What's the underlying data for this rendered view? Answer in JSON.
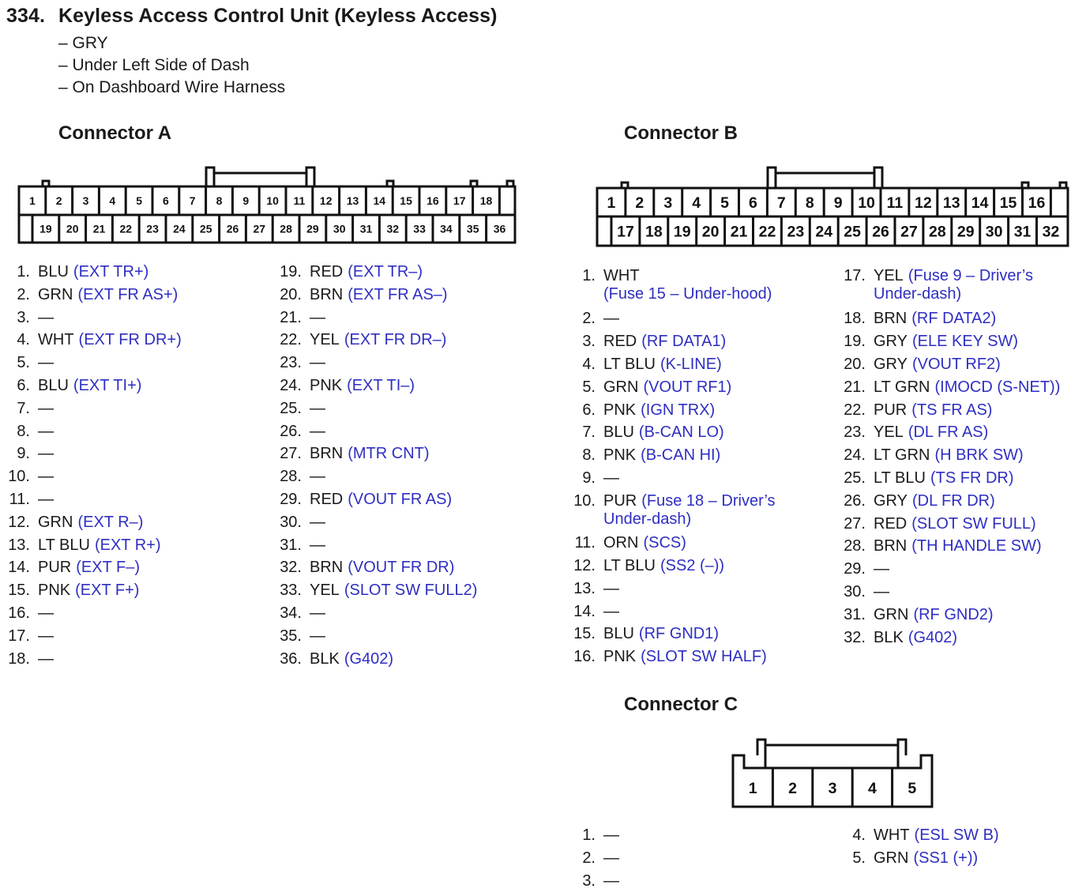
{
  "header": {
    "number": "334.",
    "title": "Keyless Access Control Unit (Keyless Access)",
    "details": [
      "– GRY",
      "– Under Left Side of Dash",
      "– On Dashboard Wire Harness"
    ]
  },
  "connector_a": {
    "title": "Connector A",
    "diagram_top_row": [
      "1",
      "2",
      "3",
      "4",
      "5",
      "6",
      "7",
      "8",
      "9",
      "10",
      "11",
      "12",
      "13",
      "14",
      "15",
      "16",
      "17",
      "18"
    ],
    "diagram_bottom_row": [
      "19",
      "20",
      "21",
      "22",
      "23",
      "24",
      "25",
      "26",
      "27",
      "28",
      "29",
      "30",
      "31",
      "32",
      "33",
      "34",
      "35",
      "36"
    ],
    "pins": [
      {
        "n": "1.",
        "wire": "BLU",
        "func": "(EXT TR+)"
      },
      {
        "n": "2.",
        "wire": "GRN",
        "func": "(EXT FR AS+)"
      },
      {
        "n": "3.",
        "wire": "—",
        "func": ""
      },
      {
        "n": "4.",
        "wire": "WHT",
        "func": "(EXT FR DR+)"
      },
      {
        "n": "5.",
        "wire": "—",
        "func": ""
      },
      {
        "n": "6.",
        "wire": "BLU",
        "func": "(EXT TI+)"
      },
      {
        "n": "7.",
        "wire": "—",
        "func": ""
      },
      {
        "n": "8.",
        "wire": "—",
        "func": ""
      },
      {
        "n": "9.",
        "wire": "—",
        "func": ""
      },
      {
        "n": "10.",
        "wire": "—",
        "func": ""
      },
      {
        "n": "11.",
        "wire": "—",
        "func": ""
      },
      {
        "n": "12.",
        "wire": "GRN",
        "func": "(EXT R–)"
      },
      {
        "n": "13.",
        "wire": "LT BLU",
        "func": "(EXT R+)"
      },
      {
        "n": "14.",
        "wire": "PUR",
        "func": "(EXT F–)"
      },
      {
        "n": "15.",
        "wire": "PNK",
        "func": "(EXT F+)"
      },
      {
        "n": "16.",
        "wire": "—",
        "func": ""
      },
      {
        "n": "17.",
        "wire": "—",
        "func": ""
      },
      {
        "n": "18.",
        "wire": "—",
        "func": ""
      },
      {
        "n": "19.",
        "wire": "RED",
        "func": "(EXT TR–)"
      },
      {
        "n": "20.",
        "wire": "BRN",
        "func": "(EXT FR AS–)"
      },
      {
        "n": "21.",
        "wire": "—",
        "func": ""
      },
      {
        "n": "22.",
        "wire": "YEL",
        "func": "(EXT FR DR–)"
      },
      {
        "n": "23.",
        "wire": "—",
        "func": ""
      },
      {
        "n": "24.",
        "wire": "PNK",
        "func": "(EXT TI–)"
      },
      {
        "n": "25.",
        "wire": "—",
        "func": ""
      },
      {
        "n": "26.",
        "wire": "—",
        "func": ""
      },
      {
        "n": "27.",
        "wire": "BRN",
        "func": "(MTR CNT)"
      },
      {
        "n": "28.",
        "wire": "—",
        "func": ""
      },
      {
        "n": "29.",
        "wire": "RED",
        "func": "(VOUT FR AS)"
      },
      {
        "n": "30.",
        "wire": "—",
        "func": ""
      },
      {
        "n": "31.",
        "wire": "—",
        "func": ""
      },
      {
        "n": "32.",
        "wire": "BRN",
        "func": "(VOUT FR DR)"
      },
      {
        "n": "33.",
        "wire": "YEL",
        "func": "(SLOT SW FULL2)"
      },
      {
        "n": "34.",
        "wire": "—",
        "func": ""
      },
      {
        "n": "35.",
        "wire": "—",
        "func": ""
      },
      {
        "n": "36.",
        "wire": "BLK",
        "func": "(G402)"
      }
    ]
  },
  "connector_b": {
    "title": "Connector B",
    "diagram_top_row": [
      "1",
      "2",
      "3",
      "4",
      "5",
      "6",
      "7",
      "8",
      "9",
      "10",
      "11",
      "12",
      "13",
      "14",
      "15",
      "16"
    ],
    "diagram_bottom_row": [
      "17",
      "18",
      "19",
      "20",
      "21",
      "22",
      "23",
      "24",
      "25",
      "26",
      "27",
      "28",
      "29",
      "30",
      "31",
      "32"
    ],
    "pins": [
      {
        "n": "1.",
        "wire": "WHT",
        "func": "",
        "cont": "(Fuse 15 – Under-hood)"
      },
      {
        "n": "2.",
        "wire": "—",
        "func": ""
      },
      {
        "n": "3.",
        "wire": "RED",
        "func": "(RF DATA1)"
      },
      {
        "n": "4.",
        "wire": "LT BLU",
        "func": "(K-LINE)"
      },
      {
        "n": "5.",
        "wire": "GRN",
        "func": "(VOUT RF1)"
      },
      {
        "n": "6.",
        "wire": "PNK",
        "func": "(IGN TRX)"
      },
      {
        "n": "7.",
        "wire": "BLU",
        "func": "(B-CAN LO)"
      },
      {
        "n": "8.",
        "wire": "PNK",
        "func": "(B-CAN HI)"
      },
      {
        "n": "9.",
        "wire": "—",
        "func": ""
      },
      {
        "n": "10.",
        "wire": "PUR",
        "func": "(Fuse 18 – Driver’s",
        "cont": "Under-dash)"
      },
      {
        "n": "11.",
        "wire": "ORN",
        "func": "(SCS)"
      },
      {
        "n": "12.",
        "wire": "LT BLU",
        "func": "(SS2 (–))"
      },
      {
        "n": "13.",
        "wire": "—",
        "func": ""
      },
      {
        "n": "14.",
        "wire": "—",
        "func": ""
      },
      {
        "n": "15.",
        "wire": "BLU",
        "func": "(RF GND1)"
      },
      {
        "n": "16.",
        "wire": "PNK",
        "func": "(SLOT SW HALF)"
      },
      {
        "n": "17.",
        "wire": "YEL",
        "func": "(Fuse 9 – Driver’s",
        "cont": "Under-dash)"
      },
      {
        "n": "18.",
        "wire": "BRN",
        "func": "(RF DATA2)"
      },
      {
        "n": "19.",
        "wire": "GRY",
        "func": "(ELE KEY SW)"
      },
      {
        "n": "20.",
        "wire": "GRY",
        "func": "(VOUT RF2)"
      },
      {
        "n": "21.",
        "wire": "LT GRN",
        "func": "(IMOCD (S-NET))"
      },
      {
        "n": "22.",
        "wire": "PUR",
        "func": "(TS FR AS)"
      },
      {
        "n": "23.",
        "wire": "YEL",
        "func": "(DL FR AS)"
      },
      {
        "n": "24.",
        "wire": "LT GRN",
        "func": "(H BRK SW)"
      },
      {
        "n": "25.",
        "wire": "LT BLU",
        "func": "(TS FR DR)"
      },
      {
        "n": "26.",
        "wire": "GRY",
        "func": "(DL FR DR)"
      },
      {
        "n": "27.",
        "wire": "RED",
        "func": "(SLOT SW FULL)"
      },
      {
        "n": "28.",
        "wire": "BRN",
        "func": "(TH HANDLE SW)"
      },
      {
        "n": "29.",
        "wire": "—",
        "func": ""
      },
      {
        "n": "30.",
        "wire": "—",
        "func": ""
      },
      {
        "n": "31.",
        "wire": "GRN",
        "func": "(RF GND2)"
      },
      {
        "n": "32.",
        "wire": "BLK",
        "func": "(G402)"
      }
    ]
  },
  "connector_c": {
    "title": "Connector C",
    "diagram_row": [
      "1",
      "2",
      "3",
      "4",
      "5"
    ],
    "pins": [
      {
        "n": "1.",
        "wire": "—",
        "func": ""
      },
      {
        "n": "2.",
        "wire": "—",
        "func": ""
      },
      {
        "n": "3.",
        "wire": "—",
        "func": ""
      },
      {
        "n": "4.",
        "wire": "WHT",
        "func": "(ESL SW B)"
      },
      {
        "n": "5.",
        "wire": "GRN",
        "func": "(SS1 (+))"
      }
    ]
  },
  "colors": {
    "text": "#1a1a1a",
    "function_text": "#2e2ec2"
  }
}
